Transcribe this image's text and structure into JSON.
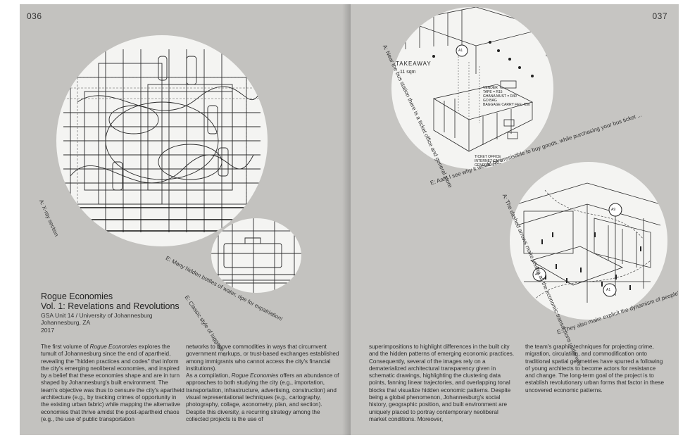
{
  "left_page": {
    "page_number": "036",
    "captions": {
      "xray": "A: X-ray section",
      "bottles": "E: Many hidden bottles of water, ripe for expatriation!",
      "luggage": "E: Classic style of luggage ..."
    },
    "title_line1": "Rogue Economies",
    "title_line2": "Vol. 1: Revelations and Revolutions",
    "meta": {
      "unit": "GSA Unit 14 / University of Johannesburg",
      "place": "Johannesburg, ZA",
      "year": "2017"
    },
    "col1": {
      "t1": "The first volume of ",
      "em1": "Rogue Economies",
      "t2": " explores the tumult of Johannesburg since the end of apartheid, revealing the \"hidden practices and codes\" that inform the city's emerging neoliberal economies, and inspired by a belief that these economies shape and are in turn shaped by Johannesburg's built environment. The team's objective was thus to censure the city's apartheid architecture (e.g., by tracking crimes of opportunity in the existing urban fabric) while mapping the alternative economies that thrive amidst the post-apartheid chaos (e.g., the use of public transportation"
    },
    "col2": {
      "t1": "networks to move commodities in ways that circumvent government markups, or trust-based exchanges established among immigrants who cannot access the city's financial institutions).",
      "t2": "As a compilation, ",
      "em1": "Rogue Economies",
      "t3": " offers an abundance of approaches to both studying the city (e.g., importation, transportation, infrastructure, advertising, construction) and visual representational techniques (e.g., cartography, photography, collage, axonometry, plan, and section). Despite this diversity, a recurring strategy among the collected projects is the use of"
    }
  },
  "right_page": {
    "page_number": "037",
    "captions": {
      "bus_station": "A: Near the bus station there is a ticket office and general store",
      "aah": "E: Aah! I see why it would be irresistible to buy goods, while purchasing your bus ticket ...",
      "dashed_arrows": "A: The dashed arrows make visible all the economic transactions underway",
      "dynamism": "E: They also make explicit the dynamism of people's activity in a crowded bus station"
    },
    "drawing_labels": {
      "takeaway": "TAKEAWAY",
      "area": "11 sqm",
      "vendor_1": "VENDER",
      "vendor_2": "TAPE = R15",
      "vendor_3": "GHANA MUST = R40",
      "vendor_4": "GO BAG",
      "vendor_5": "BAGGAGE CARRY FEE: R50",
      "ticket_1": "TICKET OFFICE",
      "ticket_2": "INTERNET CAFE",
      "ticket_3": "GENERAL STORES",
      "marker_a1_top": "A1",
      "marker_a9": "A9",
      "marker_a8": "A8",
      "marker_a1_bottom": "A1"
    },
    "col1": "superimpositions to highlight differences in the built city and the hidden patterns of emerging economic practices. Consequently, several of the images rely on a dematerialized architectural transparency given in schematic drawings, highlighting the clustering data points, fanning linear trajectories, and overlapping tonal blocks that visualize hidden economic patterns. Despite being a global phenomenon, Johannesburg's social history, geographic position, and built environment are uniquely placed to portray contemporary neoliberal market conditions. Moreover,",
    "col2": "the team's graphic techniques for projecting crime, migration, circulation, and commodification onto traditional spatial geometries have spurred a following of young architects to become actors for resistance and change. The long-term goal of the project is to establish revolutionary urban forms that factor in these uncovered economic patterns."
  }
}
